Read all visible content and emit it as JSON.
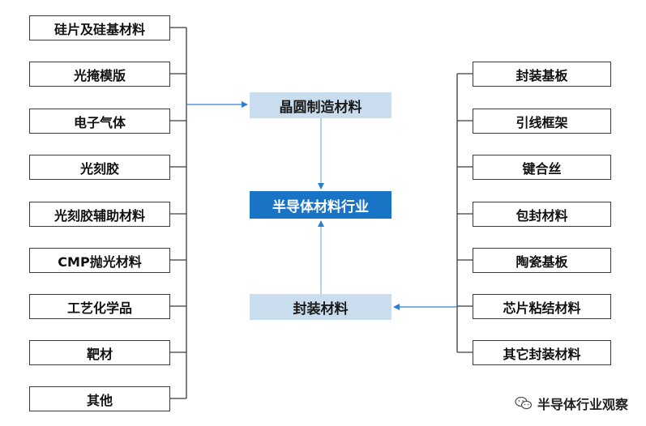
{
  "left_items": [
    "硅片及硅基材料",
    "光掩模版",
    "电子气体",
    "光刻胶",
    "光刻胶辅助材料",
    "CMP抛光材料",
    "工艺化学品",
    "靶材",
    "其他"
  ],
  "right_items": [
    "封装基板",
    "引线框架",
    "键合丝",
    "包封材料",
    "陶瓷基板",
    "芯片粘结材料",
    "其它封装材料"
  ],
  "center": {
    "wafer": "晶圆制造材料",
    "industry": "半导体材料行业",
    "packaging": "封装材料"
  },
  "watermark": {
    "text": "半导体行业观察",
    "icon": "wechat-icon"
  },
  "colors": {
    "center_light": "#c9ddef",
    "center_dark": "#1a74c6",
    "arrow": "#2e7fd0",
    "border": "#3a3a3a"
  }
}
